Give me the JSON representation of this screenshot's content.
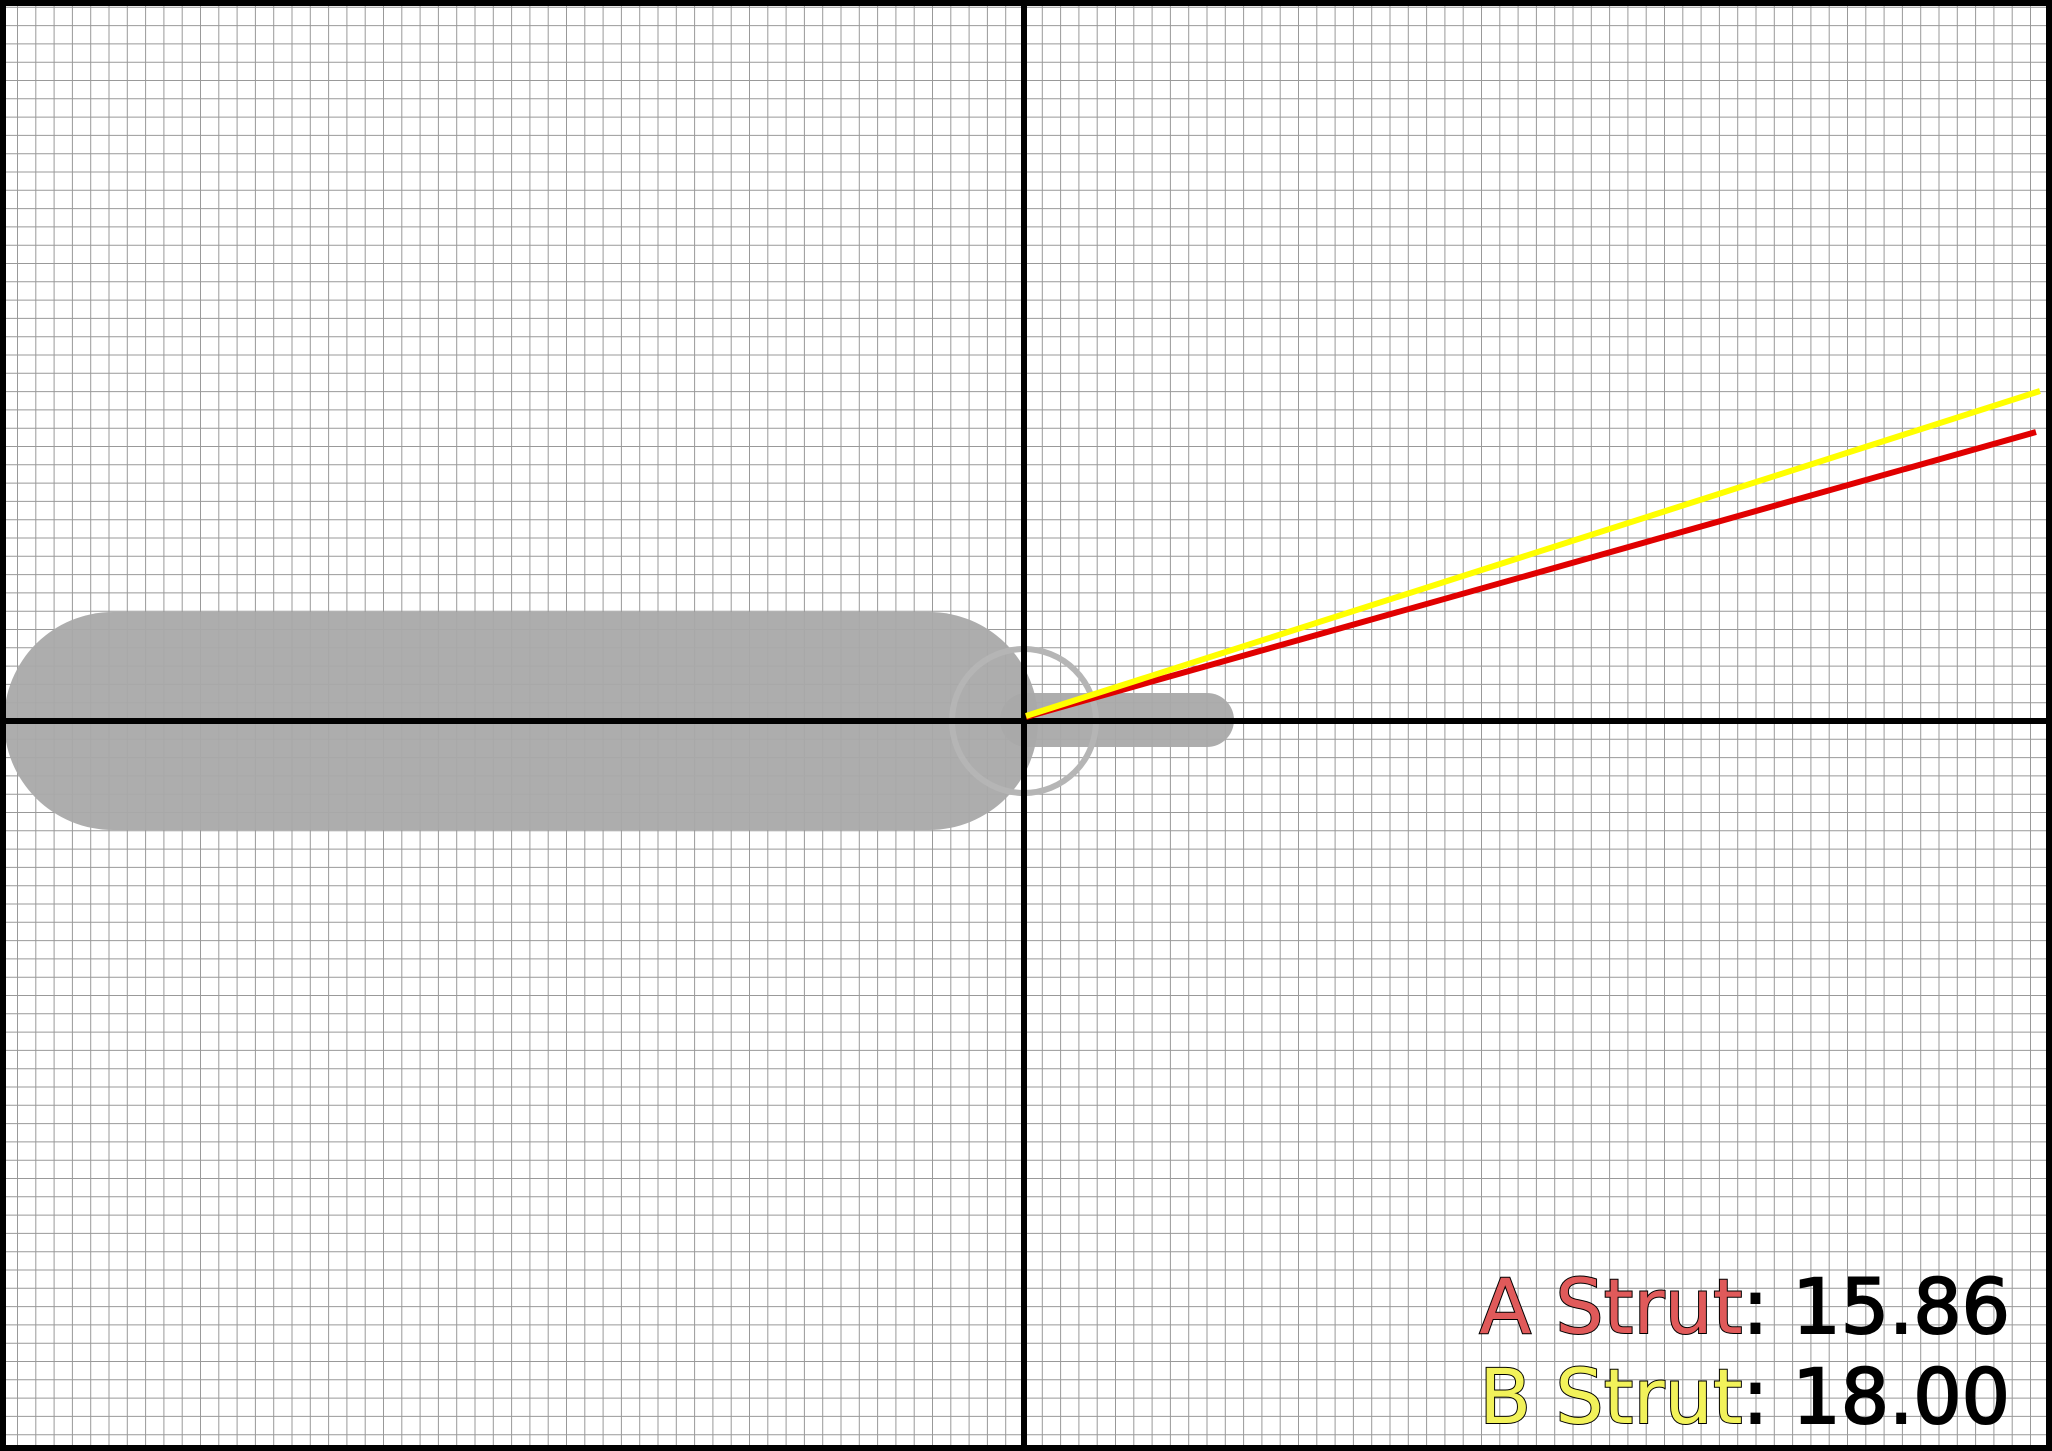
{
  "colors": {
    "background": "#ffffff",
    "grid_line": "#999999",
    "axis": "#000000",
    "body_fill": "#a9a9a9",
    "pivot_ring": "#b5b5b5",
    "strut_a": "#e00000",
    "strut_b": "#ffff00",
    "strut_a_label": "#e05a5a",
    "strut_b_label": "#f2f25a",
    "value_text": "#000000"
  },
  "readouts": {
    "strut_a": {
      "label": "A Strut",
      "separator": ":",
      "value": "15.86"
    },
    "strut_b": {
      "label": "B Strut",
      "separator": ":",
      "value": "18.00"
    }
  }
}
